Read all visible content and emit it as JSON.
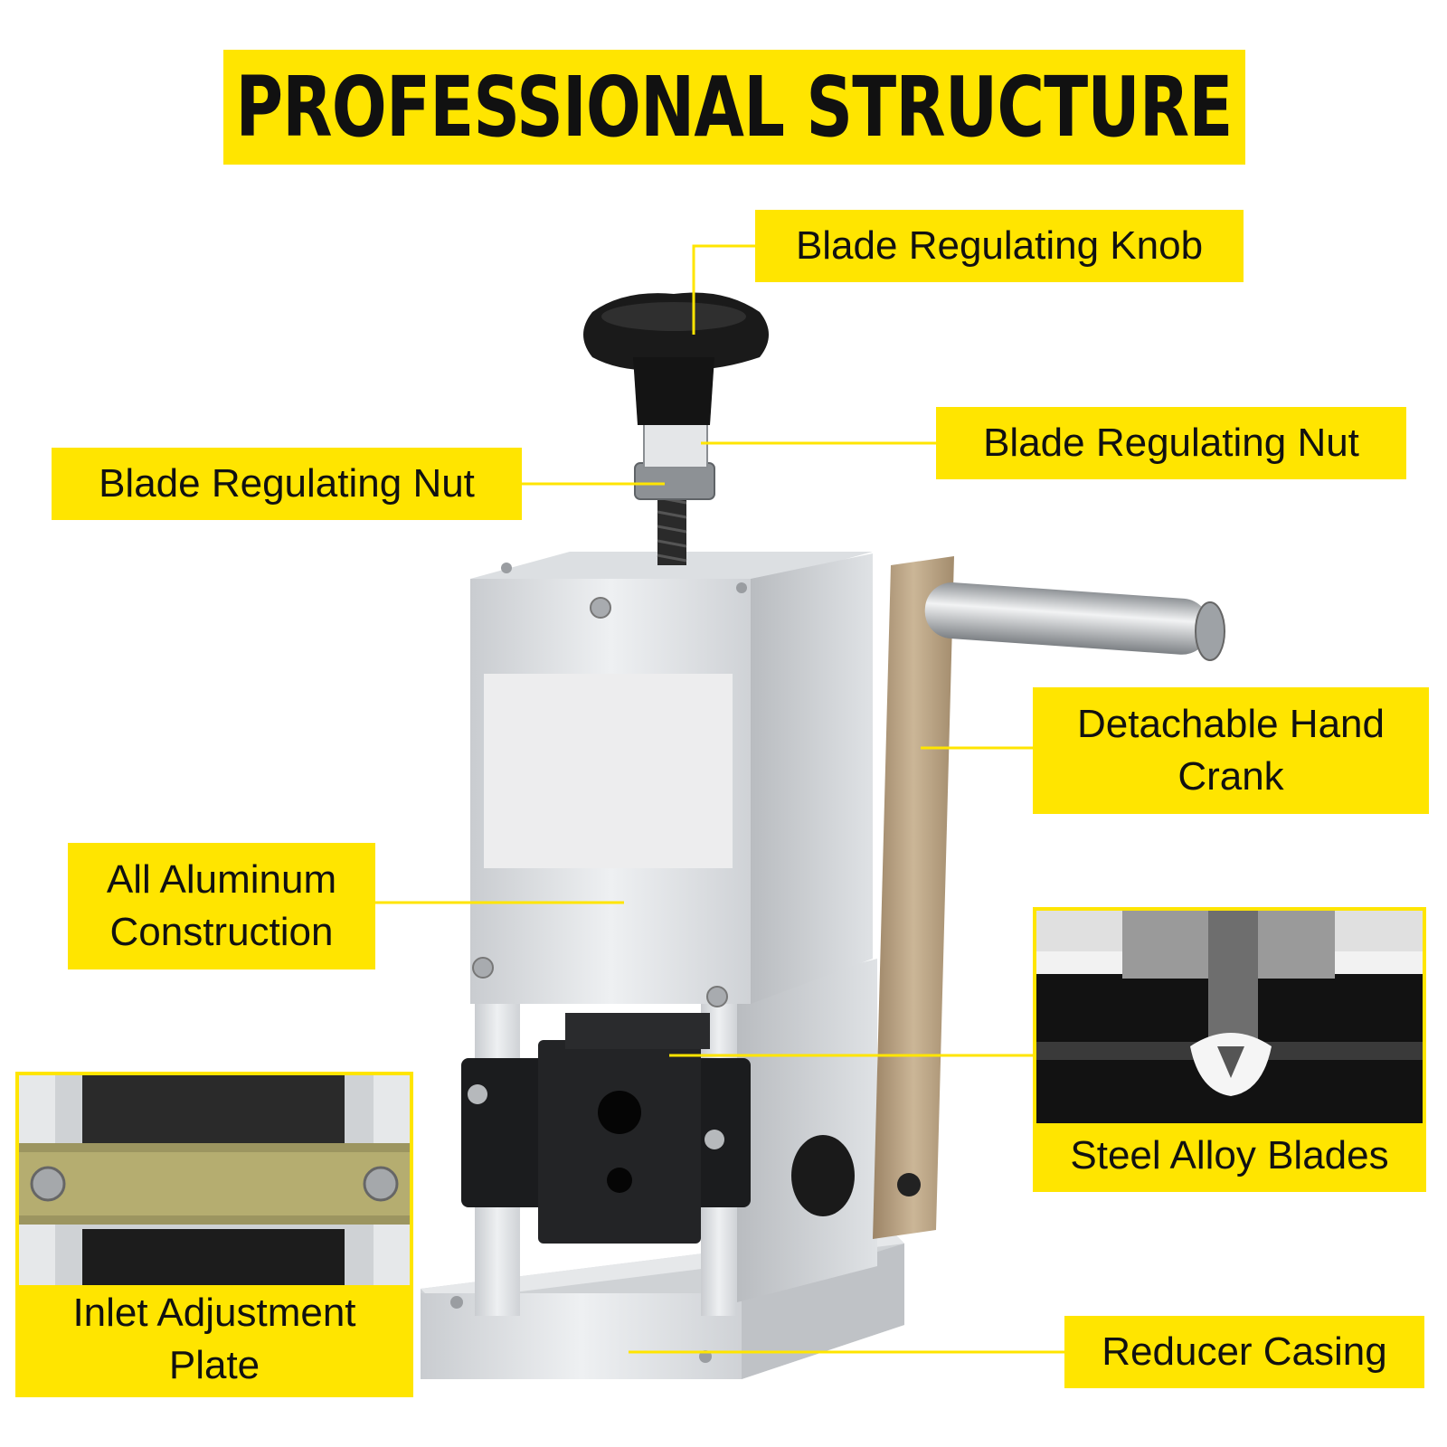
{
  "title": "PROFESSIONAL STRUCTURE",
  "labels": {
    "blade_regulating_knob": "Blade Regulating Knob",
    "blade_regulating_nut_right": "Blade Regulating Nut",
    "blade_regulating_nut_left": "Blade Regulating Nut",
    "detachable_hand_crank_line1": "Detachable Hand",
    "detachable_hand_crank_line2": "Crank",
    "all_aluminum_line1": "All Aluminum",
    "all_aluminum_line2": "Construction",
    "steel_alloy_blades": "Steel Alloy Blades",
    "inlet_adjustment_line1": "Inlet Adjustment",
    "inlet_adjustment_line2": "Plate",
    "reducer_casing": "Reducer Casing"
  },
  "colors": {
    "accent_yellow": "#FFE500",
    "text_dark": "#111111",
    "aluminum": "#D9DCDF",
    "knob_black": "#1A1A1A",
    "crank_bronze": "#B8A282"
  }
}
